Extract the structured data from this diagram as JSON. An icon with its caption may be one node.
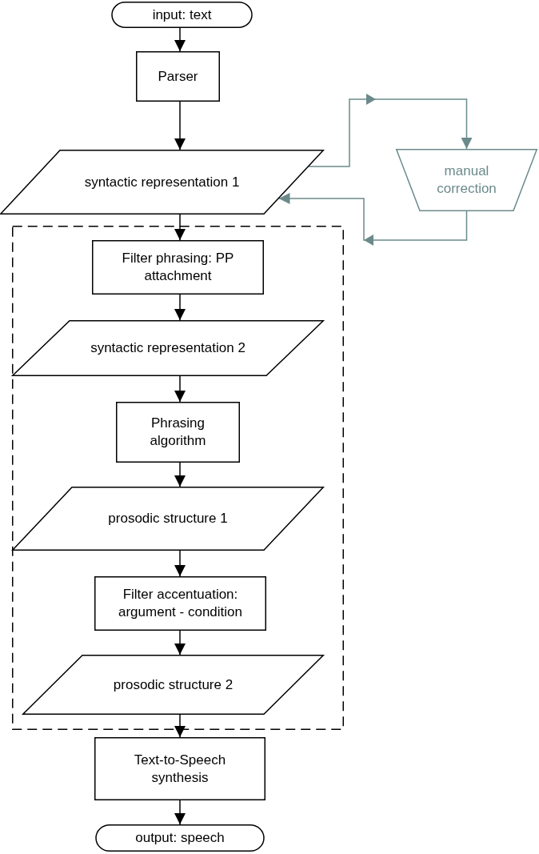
{
  "diagram": {
    "nodes": [
      {
        "text": [
          "input: text"
        ]
      },
      {
        "text": [
          "Parser"
        ]
      },
      {
        "text": [
          "syntactic representation 1"
        ]
      },
      {
        "text": [
          "manual correction"
        ]
      },
      {
        "text": [],
        "shape": "box"
      },
      {
        "text": [
          "Filter phrasing: PP attachment"
        ],
        "in": 4
      },
      {
        "text": [
          "syntactic representation 2"
        ],
        "in": 4
      },
      {
        "text": [
          "Phrasing algorithm"
        ],
        "in": 4
      },
      {
        "text": [
          "prosodic structure 1"
        ],
        "in": 4
      },
      {
        "text": [
          "Filter accentuation: argument - condition"
        ],
        "in": 4
      },
      {
        "text": [
          "prosodic structure 2"
        ],
        "in": 4
      },
      {
        "text": [
          "Text-to-Speech synthesis"
        ]
      },
      {
        "text": [
          "output: speech"
        ]
      }
    ],
    "edges": [
      {
        "from": 0,
        "to": 1,
        "arrow": "to"
      },
      {
        "from": 1,
        "to": 2,
        "arrow": "to"
      },
      {
        "from": 2,
        "to": 3,
        "arrow": "to",
        "color": "#6b8a8a"
      },
      {
        "from": 3,
        "to": 2,
        "arrow": "to",
        "color": "#6b8a8a"
      },
      {
        "from": 2,
        "to": 5,
        "arrow": "to"
      },
      {
        "from": 5,
        "to": 6,
        "arrow": "to"
      },
      {
        "from": 6,
        "to": 7,
        "arrow": "to"
      },
      {
        "from": 7,
        "to": 8,
        "arrow": "to"
      },
      {
        "from": 8,
        "to": 9,
        "arrow": "to"
      },
      {
        "from": 9,
        "to": 10,
        "arrow": "to"
      },
      {
        "from": 10,
        "to": 11,
        "arrow": "to"
      },
      {
        "from": 11,
        "to": 12,
        "arrow": "to"
      }
    ]
  }
}
